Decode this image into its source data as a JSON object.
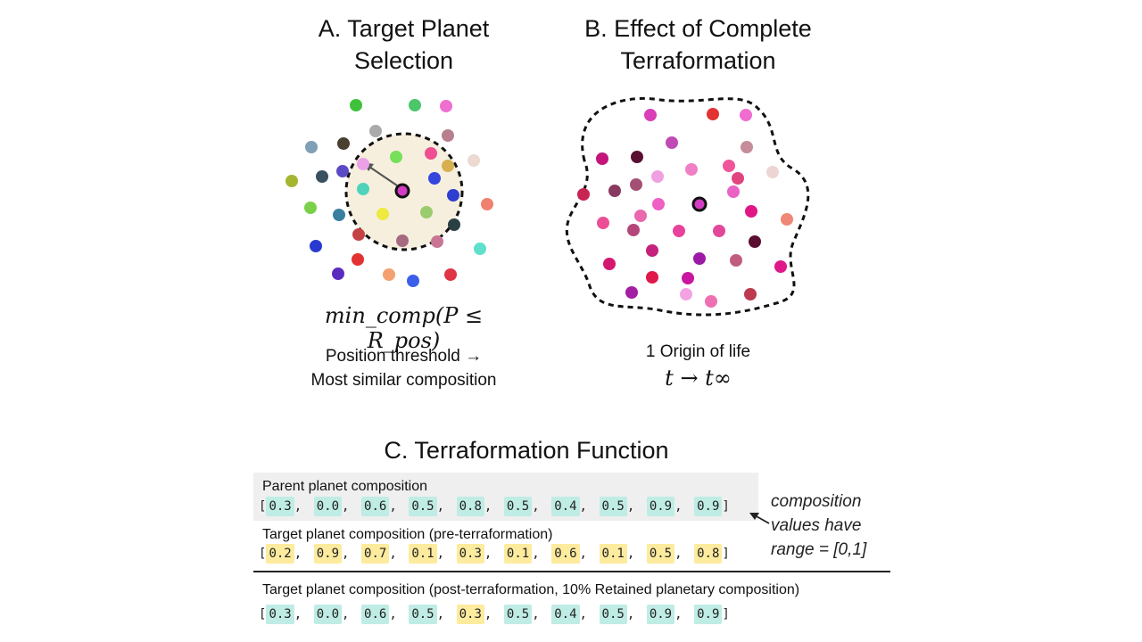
{
  "panel_a": {
    "title": "A. Target Planet Selection",
    "formula": "min_comp(P ≤ R_pos)",
    "caption_line1": "Position threshold →",
    "caption_line2": "Most similar composition"
  },
  "panel_b": {
    "title": "B. Effect of Complete Terraformation",
    "caption_line1": "1 Origin of life",
    "formula": "t → t∞"
  },
  "panel_c": {
    "title": "C. Terraformation Function",
    "parent_label": "Parent planet composition",
    "parent_values": [
      "0.3",
      "0.0",
      "0.6",
      "0.5",
      "0.8",
      "0.5",
      "0.4",
      "0.5",
      "0.9",
      "0.9"
    ],
    "target_pre_label": "Target planet composition (pre-terraformation)",
    "target_pre_values": [
      "0.2",
      "0.9",
      "0.7",
      "0.1",
      "0.3",
      "0.1",
      "0.6",
      "0.1",
      "0.5",
      "0.8"
    ],
    "target_post_label": "Target planet composition (post-terraformation, 10% Retained planetary composition)",
    "target_post_values": [
      "0.3",
      "0.0",
      "0.6",
      "0.5",
      "0.3",
      "0.5",
      "0.4",
      "0.5",
      "0.9",
      "0.9"
    ],
    "target_post_highlight": [
      "teal",
      "teal",
      "teal",
      "teal",
      "yellow",
      "teal",
      "teal",
      "teal",
      "teal",
      "teal"
    ],
    "note_line1": "composition",
    "note_line2": "values have",
    "note_line3": "range = [0,1]"
  },
  "colors": {
    "threshold_fill": "#f6efdd",
    "teal_highlight": "#bfece4",
    "yellow_highlight": "#fdeb9e",
    "grey_box": "#efefef"
  }
}
